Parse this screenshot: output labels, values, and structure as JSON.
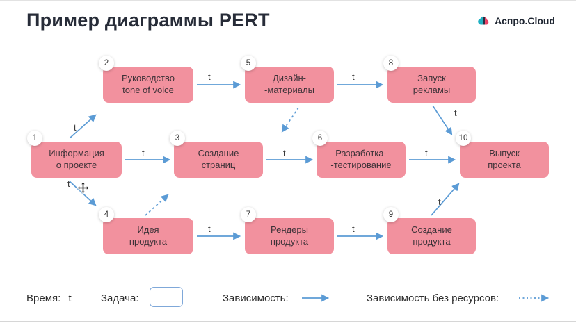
{
  "header": {
    "title": "Пример диаграммы PERT",
    "brand": "Аспро.Cloud"
  },
  "diagram": {
    "time_label": "t",
    "nodes": [
      {
        "num": "1",
        "label": "Информация\nо проекте"
      },
      {
        "num": "2",
        "label": "Руководство\ntone of voice"
      },
      {
        "num": "3",
        "label": "Создание\nстраниц"
      },
      {
        "num": "4",
        "label": "Идея\nпродукта"
      },
      {
        "num": "5",
        "label": "Дизайн-\n-материалы"
      },
      {
        "num": "6",
        "label": "Разработка-\n-тестирование"
      },
      {
        "num": "7",
        "label": "Рендеры\nпродукта"
      },
      {
        "num": "8",
        "label": "Запуск\nрекламы"
      },
      {
        "num": "9",
        "label": "Создание\nпродукта"
      },
      {
        "num": "10",
        "label": "Выпуск\nпроекта"
      }
    ],
    "edges": [
      {
        "from": "1",
        "to": "2",
        "label": "t",
        "style": "solid"
      },
      {
        "from": "1",
        "to": "3",
        "label": "t",
        "style": "solid"
      },
      {
        "from": "1",
        "to": "4",
        "label": "t",
        "style": "solid"
      },
      {
        "from": "2",
        "to": "5",
        "label": "t",
        "style": "solid"
      },
      {
        "from": "5",
        "to": "8",
        "label": "t",
        "style": "solid"
      },
      {
        "from": "3",
        "to": "6",
        "label": "t",
        "style": "solid"
      },
      {
        "from": "6",
        "to": "10",
        "label": "t",
        "style": "solid"
      },
      {
        "from": "8",
        "to": "10",
        "label": "t",
        "style": "solid"
      },
      {
        "from": "4",
        "to": "7",
        "label": "t",
        "style": "solid"
      },
      {
        "from": "7",
        "to": "9",
        "label": "t",
        "style": "solid"
      },
      {
        "from": "9",
        "to": "10",
        "label": "t",
        "style": "solid"
      },
      {
        "from": "5",
        "to": "3",
        "label": "",
        "style": "dashed"
      },
      {
        "from": "4",
        "to": "3",
        "label": "",
        "style": "dashed"
      }
    ]
  },
  "legend": {
    "time_label": "Время:",
    "time_symbol": "t",
    "task_label": "Задача:",
    "dependency_label": "Зависимость:",
    "dependency_no_resources_label": "Зависимость без ресурсов:"
  },
  "colors": {
    "node_pink": "#f2919e",
    "arrow_blue": "#5b9bd5",
    "title_dark": "#272c38"
  }
}
